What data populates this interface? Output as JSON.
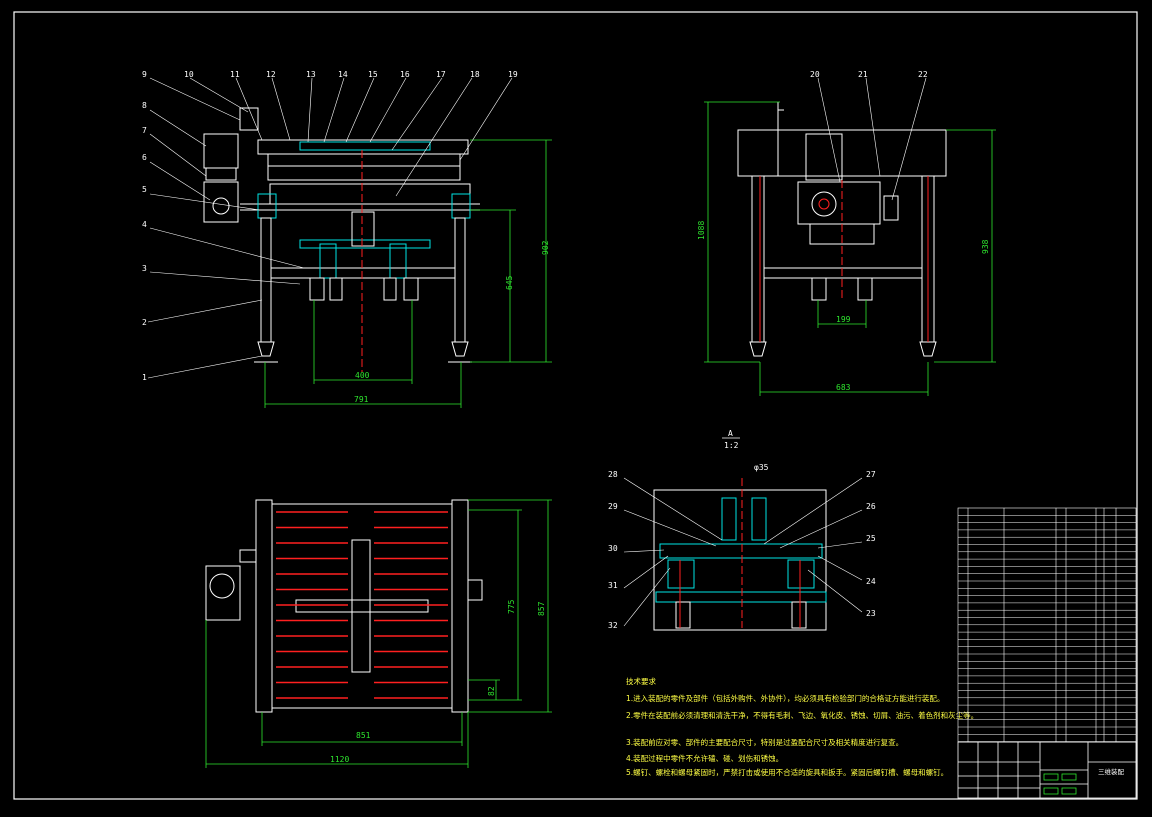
{
  "drawing": {
    "colors": {
      "background": "#000000",
      "outline": "#ffffff",
      "dimension": "#2ee62e",
      "cyan_part": "#00e5e5",
      "red_center": "#ff2020",
      "notes": "#ffff44"
    },
    "front_view": {
      "part_labels": [
        "9",
        "10",
        "11",
        "12",
        "13",
        "14",
        "15",
        "16",
        "17",
        "18",
        "19",
        "8",
        "7",
        "6",
        "5",
        "4",
        "3",
        "2",
        "1"
      ],
      "dimensions": {
        "height_total": "902",
        "height_inner": "645",
        "width_inner": "400",
        "width_total": "791"
      }
    },
    "side_view": {
      "part_labels": [
        "20",
        "21",
        "22"
      ],
      "dimensions": {
        "height_total": "1088",
        "height_frame": "938",
        "width_inner": "199",
        "width_total": "683"
      }
    },
    "top_view": {
      "dimensions": {
        "depth_inner": "775",
        "depth_total": "857",
        "offset": "82",
        "width_inner": "851",
        "width_total": "1120"
      }
    },
    "section_view": {
      "title": "A",
      "scale": "1:2",
      "bore_callout": "φ35",
      "part_labels_left": [
        "28",
        "29",
        "30",
        "31",
        "32"
      ],
      "part_labels_right": [
        "27",
        "26",
        "25",
        "24",
        "23"
      ]
    },
    "notes": {
      "heading": "技术要求",
      "lines": [
        "1.进入装配的零件及部件（包括外购件、外协件），均必须具有检验部门的合格证方能进行装配。",
        "2.零件在装配前必须清理和清洗干净，不得有毛刺、飞边、氧化皮、锈蚀、切屑、油污、着色剂和灰尘等。",
        "3.装配前应对零、部件的主要配合尺寸，特别是过盈配合尺寸及相关精度进行复查。",
        "4.装配过程中零件不允许磕、碰、划伤和锈蚀。",
        "5.螺钉、螺栓和螺母紧固时，严禁打击或使用不合适的旋具和扳手。紧固后螺钉槽、螺母和螺钉。"
      ]
    },
    "title_block": {
      "drawing_name": "三维装配"
    }
  }
}
